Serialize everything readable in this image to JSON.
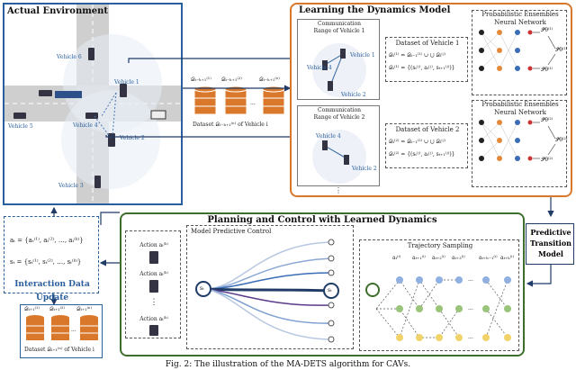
{
  "env": {
    "title": "Actual Environment",
    "vehicles": [
      "Vehicle 6",
      "Vehicle 1",
      "Vehicle 5",
      "Vehicle 4",
      "Vehicle 2",
      "Vehicle 3"
    ]
  },
  "dataset_top": {
    "labels": [
      "𝒟ᵢ₋ₕ₊₁⁽¹⁾",
      "𝒟ᵢ₋ₕ₊₁⁽²⁾",
      "𝒟ᵢ₋ₕ₊₁⁽ⁿ⁾"
    ],
    "dots": "...",
    "caption": "Dataset 𝒟ᵢ₋ₕ₊₁⁽ⁿ⁾ of Vehicle i"
  },
  "learning": {
    "title": "Learning the  Dynamics Model",
    "comm1": [
      "Communication",
      "Range of Vehicle 1"
    ],
    "comm1_vehicles": [
      "Vehicle 4",
      "Vehicle 1",
      "Vehicle 2"
    ],
    "comm2": [
      "Communication",
      "Range of Vehicle 2"
    ],
    "comm2_vehicles": [
      "Vehicle 4",
      "Vehicle 2"
    ],
    "dataset1_title": "Dataset of Vehicle 1",
    "dataset1_lines": [
      "𝒟ᵢ⁽¹⁾ = 𝒟ᵢ₋₁⁽¹⁾ ∪ ⋃ 𝒟ᵢ⁽ʲ⁾",
      "𝒟ᵢ⁽¹⁾ = {(sₜ⁽ʲ⁾, aₜ⁽ʲ⁾, sₜ₊₁⁽ʲ⁾)}"
    ],
    "dataset2_title": "Dataset of Vehicle 2",
    "dataset2_lines": [
      "𝒟ᵢ⁽²⁾ = 𝒟ᵢ₋₁⁽²⁾ ∪ ⋃ 𝒟ᵢ⁽ʲ⁾",
      "𝒟ᵢ⁽²⁾ = {(sₜ⁽ʲ⁾, aₜ⁽ʲ⁾, sₜ₊₁⁽ʲ⁾)}"
    ],
    "ensemble_label": [
      "Probabilistic Ensembles",
      "Neural Network"
    ],
    "outputs1": [
      "𝒫̂θ⁽¹⁾",
      "𝒫̂θ⁽¹⁾",
      "𝒫̂θ⁽¹⁾"
    ],
    "outputs2": [
      "𝒫̂θ⁽²⁾",
      "𝒫̂θ⁽²⁾",
      "𝒫̂θ⁽²⁾"
    ],
    "vdots": "⋮"
  },
  "predictive": [
    "Predictive",
    "Transition",
    "Model"
  ],
  "planning": {
    "title": "Planning and Control with Learned Dynamics",
    "mpc_label": "Model Predictive Control",
    "actions": [
      "Action aₜ⁽ᵏ⁾",
      "Action aₜ⁽ᵏ⁾",
      "Action aₜ⁽ᵏ⁾"
    ],
    "dots": "⋮",
    "traj_title": "Trajectory Sampling",
    "traj_cols": [
      "aₜ⁽ⁱ⁾",
      "aₜ₊₁⁽ⁱ⁾",
      "aₜ₊₂⁽ⁱ⁾",
      "aₜ₊₃⁽ⁱ⁾",
      "aₜ₊ₕ₋₁⁽ⁱ⁾",
      "aₜ₊ₕ⁽ⁱ⁾"
    ],
    "dashes": [
      "...",
      "...",
      "..."
    ],
    "st_label": "sₜ"
  },
  "interaction": {
    "title": "Interaction Data",
    "line1": "aₜ = {aₜ⁽¹⁾, aₜ⁽²⁾, …, aₜ⁽ᵏ⁾}",
    "line2": "sₜ = {sₜ⁽¹⁾, sₜ⁽²⁾, …, sₜ⁽ᵏ⁾}"
  },
  "update": {
    "title": "Update",
    "labels": [
      "𝒟ᵢ₊₁⁽¹⁾",
      "𝒟ᵢ₊₁⁽²⁾",
      "𝒟ᵢ₊₁⁽ⁿ⁾"
    ],
    "dots": "...",
    "caption": "Dataset 𝒟ᵢ₊₁⁽ⁿ⁾ of Vehicle i"
  },
  "caption": "Fig. 2: The illustration of the MA-DETS algorithm for CAVs.",
  "colors": {
    "orange": "#d9782a",
    "green": "#3f6e2c",
    "blue": "#2a5f9e",
    "navy": "#1f3b66"
  }
}
